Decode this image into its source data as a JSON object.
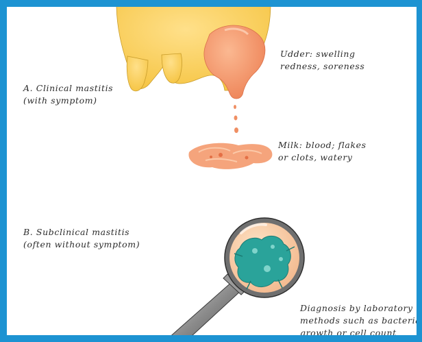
{
  "clinical": {
    "line1": "A. Clinical mastitis",
    "line2": "(with symptom)"
  },
  "subclinical": {
    "line1": "B. Subclinical mastitis",
    "line2": "(often without symptom)"
  },
  "udder": {
    "line1": "Udder: swelling",
    "line2": "redness, soreness"
  },
  "milk": {
    "line1": "Milk: blood; flakes",
    "line2": "or clots, watery"
  },
  "diagnosis": {
    "line1": "Diagnosis by laboratory",
    "line2": "methods such as bacterial",
    "line3": "growth or cell count"
  },
  "colors": {
    "frame": "#1d93d2",
    "udder": "#f9cf5c",
    "inflamed": "#f2956a",
    "lens_bg": "#f7cda8",
    "bacteria": "#2aa39a"
  }
}
